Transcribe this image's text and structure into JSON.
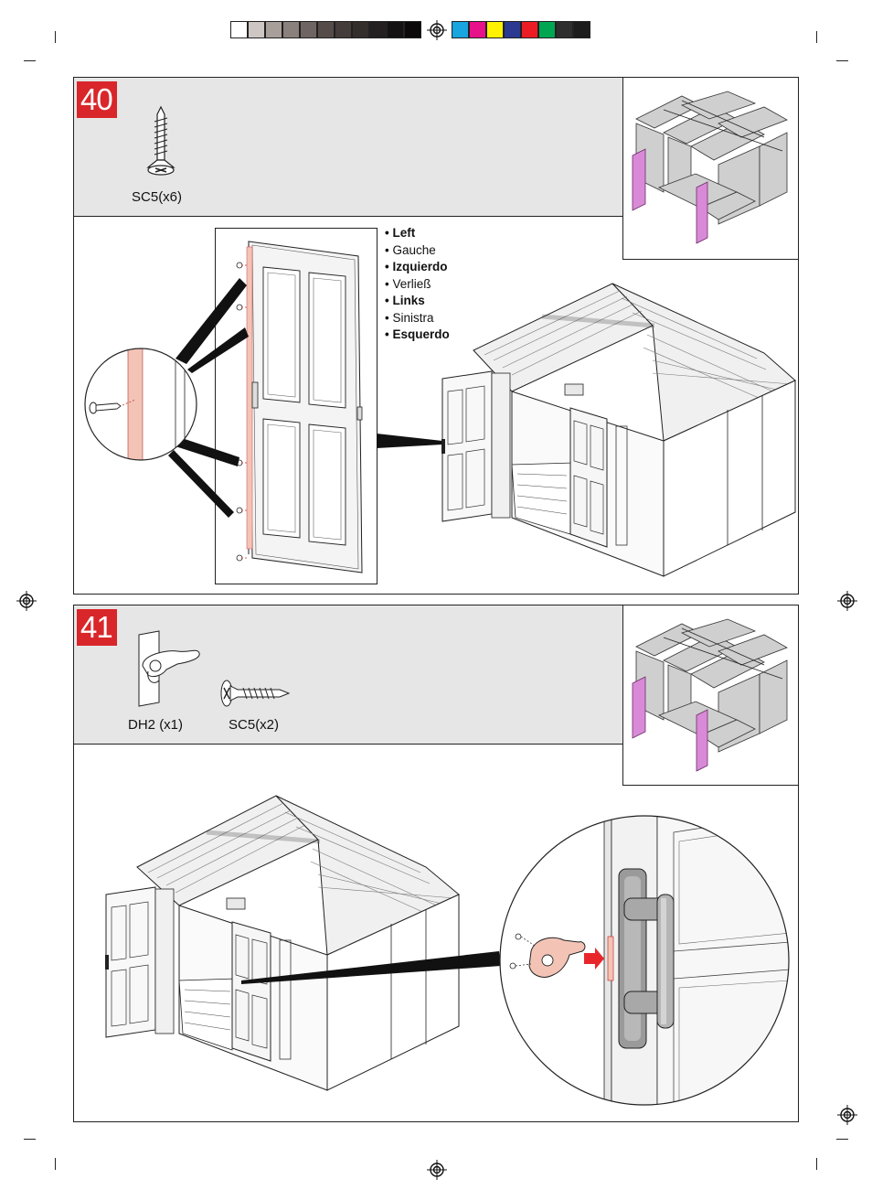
{
  "color_bar": {
    "grays": [
      "#ffffff",
      "#cdc6c3",
      "#a89f9b",
      "#8a807c",
      "#6e6562",
      "#554c49",
      "#433c3a",
      "#332d2b",
      "#242021",
      "#151213",
      "#0b0909"
    ],
    "colors": [
      "#18a5e0",
      "#e7118a",
      "#fff200",
      "#2b3990",
      "#ec1c24",
      "#00a651",
      "#2e2e2e",
      "#1c1c1c"
    ]
  },
  "step40": {
    "number": "40",
    "part_label": "SC5",
    "part_qty": "(x6)",
    "languages": [
      {
        "text": "Left",
        "bold": true
      },
      {
        "text": "Gauche",
        "bold": false
      },
      {
        "text": "Izquierdo",
        "bold": true
      },
      {
        "text": "Verließ",
        "bold": false
      },
      {
        "text": "Links",
        "bold": true
      },
      {
        "text": "Sinistra",
        "bold": false
      },
      {
        "text": "Esquerdo",
        "bold": true
      }
    ]
  },
  "step41": {
    "number": "41",
    "parts": [
      {
        "label": "DH2",
        "qty": "(x1)"
      },
      {
        "label": "SC5",
        "qty": "(x2)"
      }
    ]
  },
  "colors": {
    "step_badge": "#d9262a",
    "header_bg": "#e6e6e6",
    "highlight_panel": "#d98ad6",
    "screw_highlight": "#f3c4b6",
    "arrow": "#e8262a"
  },
  "icons": [
    "registration-mark-icon",
    "screw-icon",
    "door-hinge-icon",
    "shed-illustration",
    "door-illustration"
  ]
}
